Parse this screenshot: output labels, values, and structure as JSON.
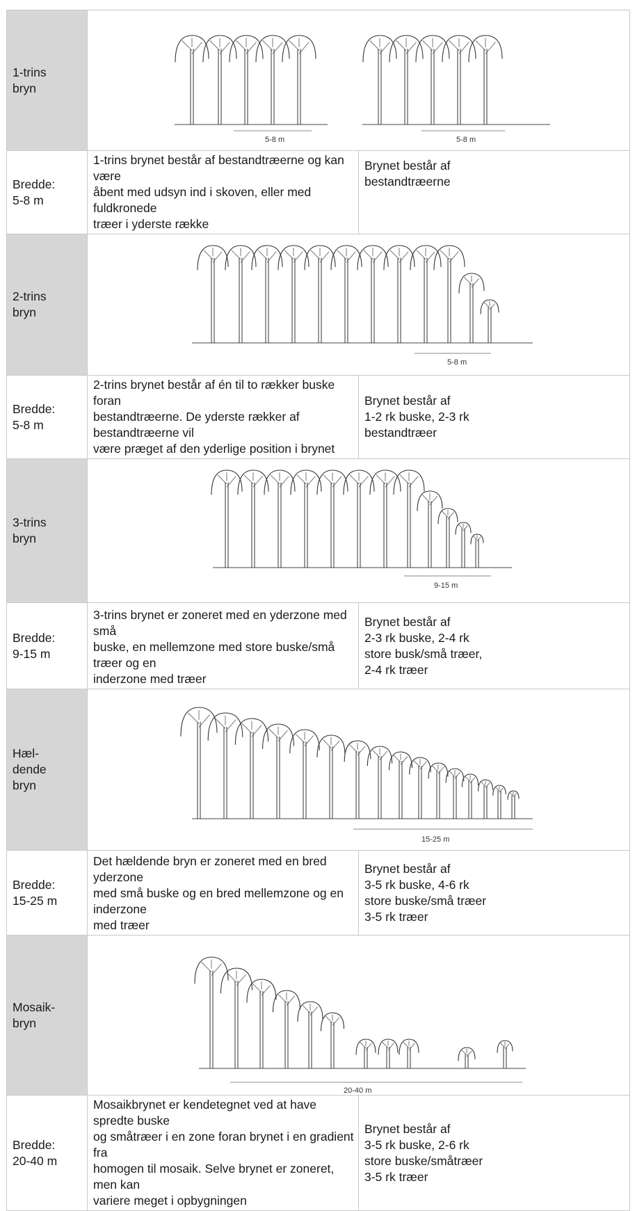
{
  "rows": [
    {
      "type_label": [
        "1-trins",
        "bryn"
      ],
      "scales": [
        "5-8 m",
        "5-8 m"
      ],
      "width_label": [
        "Bredde:",
        "5-8 m"
      ],
      "description": [
        "1-trins brynet består af bestandtræerne og kan være",
        "åbent med udsyn ind i skoven, eller med fuldkronede",
        "træer i yderste række"
      ],
      "composition": [
        "Brynet består af",
        "bestandtræerne"
      ]
    },
    {
      "type_label": [
        "2-trins",
        "bryn"
      ],
      "scales": [
        "5-8 m"
      ],
      "width_label": [
        "Bredde:",
        "5-8 m"
      ],
      "description": [
        "2-trins brynet består af én til to rækker buske foran",
        "bestandtræerne. De yderste rækker af bestandtræerne vil",
        "være præget af den yderlige position i brynet"
      ],
      "composition": [
        "Brynet består af",
        "1-2 rk buske, 2-3 rk",
        "bestandtræer"
      ]
    },
    {
      "type_label": [
        "3-trins",
        "bryn"
      ],
      "scales": [
        "9-15  m"
      ],
      "width_label": [
        "Bredde:",
        "9-15 m"
      ],
      "description": [
        "3-trins brynet er zoneret med en yderzone med små",
        "buske, en mellemzone med store buske/små træer og en",
        "inderzone med træer"
      ],
      "composition": [
        "Brynet består af",
        "2-3 rk buske, 2-4 rk",
        "store busk/små træer,",
        "2-4 rk træer"
      ]
    },
    {
      "type_label": [
        "Hæl-",
        "dende",
        "bryn"
      ],
      "scales": [
        "15-25  m"
      ],
      "width_label": [
        "Bredde:",
        "15-25 m"
      ],
      "description": [
        "Det hældende bryn er zoneret med en bred yderzone",
        "med små buske og en bred mellemzone og en inderzone",
        "med træer"
      ],
      "composition": [
        "Brynet består af",
        "3-5 rk buske, 4-6 rk",
        "store buske/små træer",
        "3-5 rk træer"
      ]
    },
    {
      "type_label": [
        "Mosaik-",
        "bryn"
      ],
      "scales": [
        "20-40 m"
      ],
      "width_label": [
        "Bredde:",
        "20-40 m"
      ],
      "description": [
        "Mosaikbrynet er kendetegnet ved at have spredte buske",
        "og småtræer i en zone foran brynet i en gradient fra",
        "homogen til mosaik. Selve brynet er zoneret, men kan",
        "variere meget i opbygningen"
      ],
      "composition": [
        "Brynet består af",
        "3-5 rk buske, 2-6 rk",
        "store buske/småtræer",
        "3-5 rk træer"
      ]
    }
  ]
}
